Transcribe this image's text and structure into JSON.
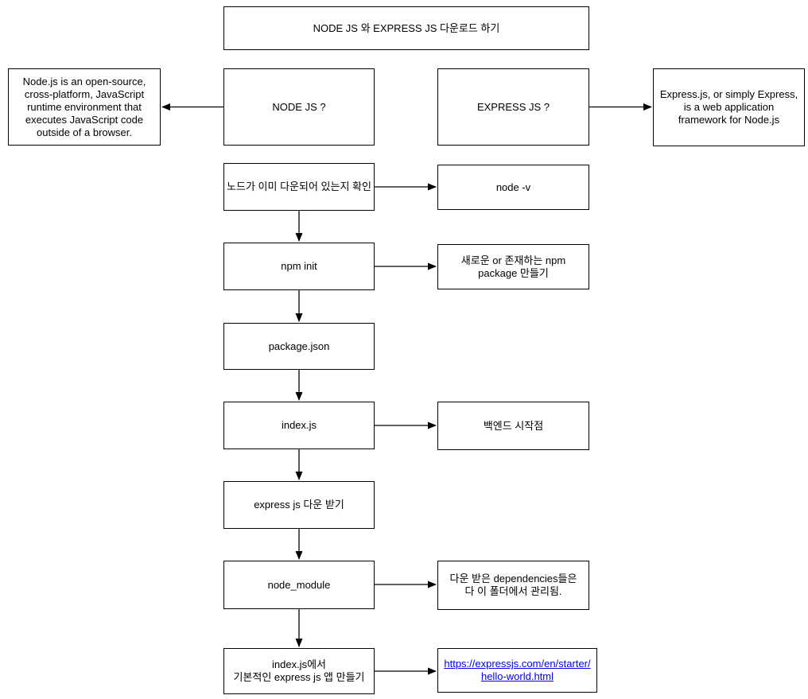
{
  "diagram": {
    "title": "NODE JS 와 EXPRESS JS 다운로드 하기",
    "colors": {
      "background": "#ffffff",
      "stroke": "#000000",
      "text": "#000000",
      "link": "#0000EE"
    },
    "nodes": {
      "title": {
        "label": "NODE JS 와 EXPRESS JS 다운로드 하기"
      },
      "node_desc": {
        "label": "Node.js is an open-source,\ncross-platform, JavaScript\nruntime environment that\nexecutes JavaScript code\noutside of a browser."
      },
      "nodejs_q": {
        "label": "NODE JS ?"
      },
      "expressjs_q": {
        "label": "EXPRESS JS ?"
      },
      "express_desc": {
        "label": "Express.js, or simply Express,\nis a web application\nframework for Node.js"
      },
      "check_node": {
        "label": "노드가 이미 다운되어 있는지 확인"
      },
      "node_v": {
        "label": "node -v"
      },
      "npm_init": {
        "label": "npm init"
      },
      "npm_package": {
        "label": "새로운 or 존재하는 npm\npackage 만들기"
      },
      "package_json": {
        "label": "package.json"
      },
      "index_js": {
        "label": "index.js"
      },
      "backend": {
        "label": "백엔드 시작점"
      },
      "express_dl": {
        "label": "express js 다운 받기"
      },
      "node_module": {
        "label": "node_module"
      },
      "deps": {
        "label": "다운 받은 dependencies들은\n다 이 폴더에서 관리됨."
      },
      "index_app": {
        "label": "index.js에서\n기본적인 express js 앱 만들기"
      },
      "hello_link": {
        "label": "https://expressjs.com/en/starter/\nhello-world.html",
        "url": "https://expressjs.com/en/starter/hello-world.html"
      }
    },
    "edges": [
      {
        "from": "nodejs_q",
        "to": "node_desc"
      },
      {
        "from": "expressjs_q",
        "to": "express_desc"
      },
      {
        "from": "check_node",
        "to": "node_v"
      },
      {
        "from": "check_node",
        "to": "npm_init"
      },
      {
        "from": "npm_init",
        "to": "npm_package"
      },
      {
        "from": "npm_init",
        "to": "package_json"
      },
      {
        "from": "package_json",
        "to": "index_js"
      },
      {
        "from": "index_js",
        "to": "backend"
      },
      {
        "from": "index_js",
        "to": "express_dl"
      },
      {
        "from": "express_dl",
        "to": "node_module"
      },
      {
        "from": "node_module",
        "to": "deps"
      },
      {
        "from": "node_module",
        "to": "index_app"
      },
      {
        "from": "index_app",
        "to": "hello_link"
      }
    ]
  }
}
